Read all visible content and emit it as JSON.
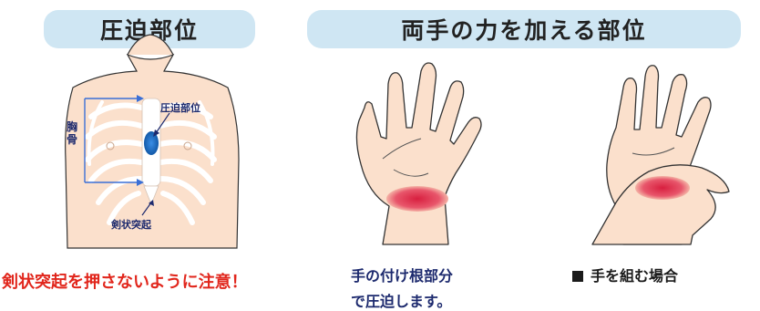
{
  "headings": {
    "left": "圧迫部位",
    "right": "両手の力を加える部位"
  },
  "chest_labels": {
    "compression_site": "圧迫部位",
    "sternum": "胸骨",
    "xiphoid": "剣状突起"
  },
  "warning": "剣状突起を押さないように注意！",
  "caption_single_hand": {
    "line1": "手の付け根部分",
    "line2": "で圧迫します。"
  },
  "caption_clasped": "手を組む場合",
  "colors": {
    "heading_bg": "#cfe6f3",
    "skin": "#fbe0cc",
    "outline": "#333333",
    "rib": "#ffffff",
    "label_navy": "#1d2a6e",
    "warning_red": "#e1261c",
    "pressure_red": "#e0364c",
    "compression_spot": "#1d6fc4"
  }
}
